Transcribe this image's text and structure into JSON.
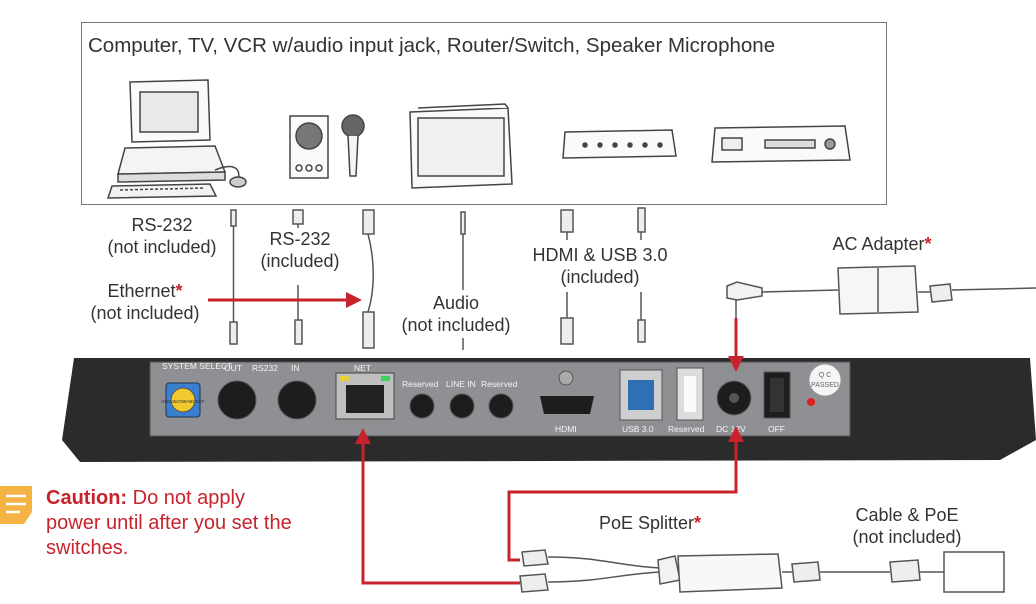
{
  "devices": {
    "title": "Computer, TV, VCR w/audio input jack, Router/Switch, Speaker Microphone"
  },
  "cables": {
    "rs232_excluded": "RS-232",
    "rs232_excluded_note": "(not included)",
    "rs232_included": "RS-232",
    "rs232_included_note": "(included)",
    "ethernet": "Ethernet",
    "ethernet_note": "(not included)",
    "audio": "Audio",
    "audio_note": "(not included)",
    "hdmi_usb": "HDMI & USB 3.0",
    "hdmi_usb_note": "(included)",
    "ac_adapter": "AC Adapter",
    "poe_splitter": "PoE Splitter",
    "cable_poe": "Cable & PoE",
    "cable_poe_note": "(not included)",
    "asterisk": "*"
  },
  "panel": {
    "system_select": "SYSTEM SELECT",
    "out": "OUT",
    "rs232": "RS232",
    "in": "IN",
    "net": "NET",
    "reserved_left": "Reserved",
    "line_in": "LINE IN",
    "reserved_right": "Reserved",
    "hdmi": "HDMI",
    "usb30": "USB 3.0",
    "reserved_usb": "Reserved",
    "dc12v": "DC 12V",
    "off": "OFF",
    "passed_qc": "Q C",
    "passed": "PASSED",
    "dip_digits": "0123456789ABCDEF"
  },
  "caution": {
    "title": "Caution:",
    "line1": " Do not apply",
    "line2": "power until after you set the",
    "line3": "switches."
  },
  "colors": {
    "accent": "#c8232c",
    "panel": "#2b2b2b",
    "plate": "#8e9094",
    "usb_blue": "#2f6fb4",
    "note_yellow": "#f4b342"
  }
}
